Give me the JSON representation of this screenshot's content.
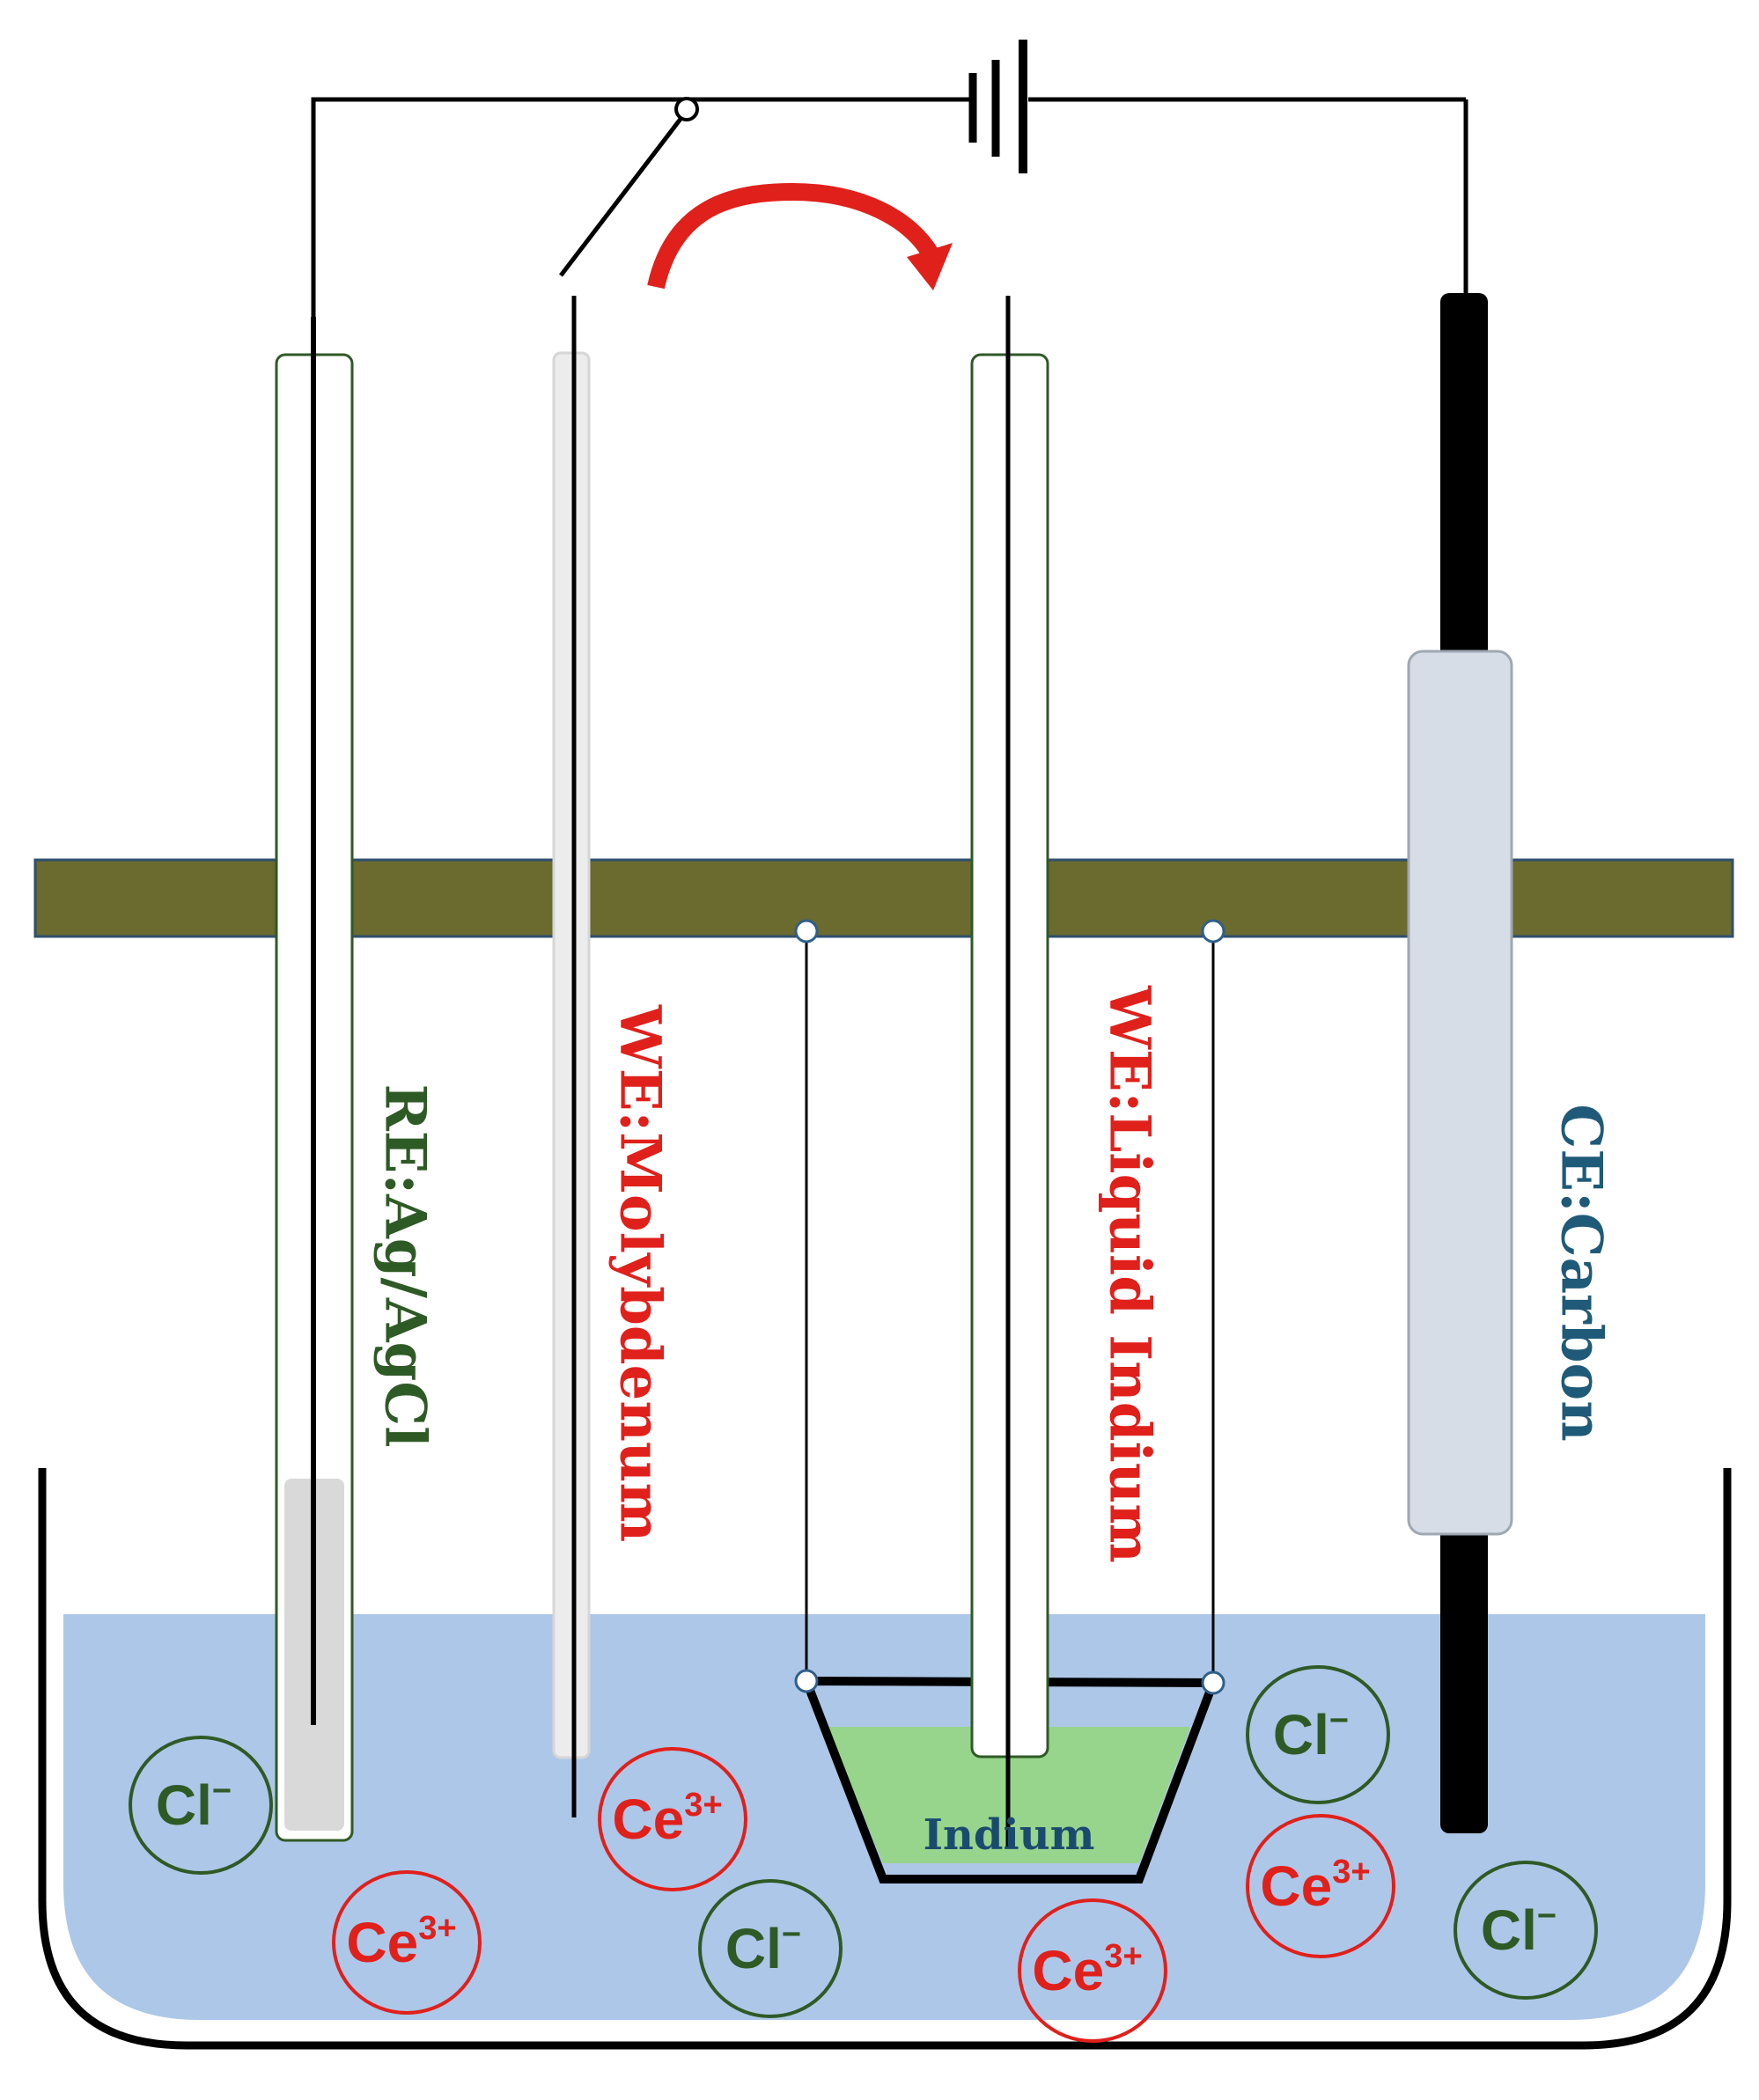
{
  "labels": {
    "reference_electrode": "RE:Ag/AgCl",
    "working_electrode_mo": "WE:Molybdenum",
    "working_electrode_in": "WE:Liquid Indium",
    "counter_electrode": "CE:Carbon",
    "crucible_metal": "Indium"
  },
  "ions": {
    "chloride": {
      "symbol": "Cl",
      "charge": "−"
    },
    "cerium": {
      "symbol": "Ce",
      "charge": "3+"
    }
  },
  "colors": {
    "re_label": "#2e5a25",
    "we_label": "#e0201b",
    "ce_label": "#1f5a78",
    "indium_label": "#1a4b6e",
    "electrolyte": "#adc7e8",
    "lid": "#6b6a2f",
    "liquid_indium": "#97d48c",
    "chloride_ring": "#2e5a25",
    "cerium_ring": "#e0201b",
    "switch_arrow": "#e0201b",
    "carbon_sleeve": "#d6dde6"
  }
}
